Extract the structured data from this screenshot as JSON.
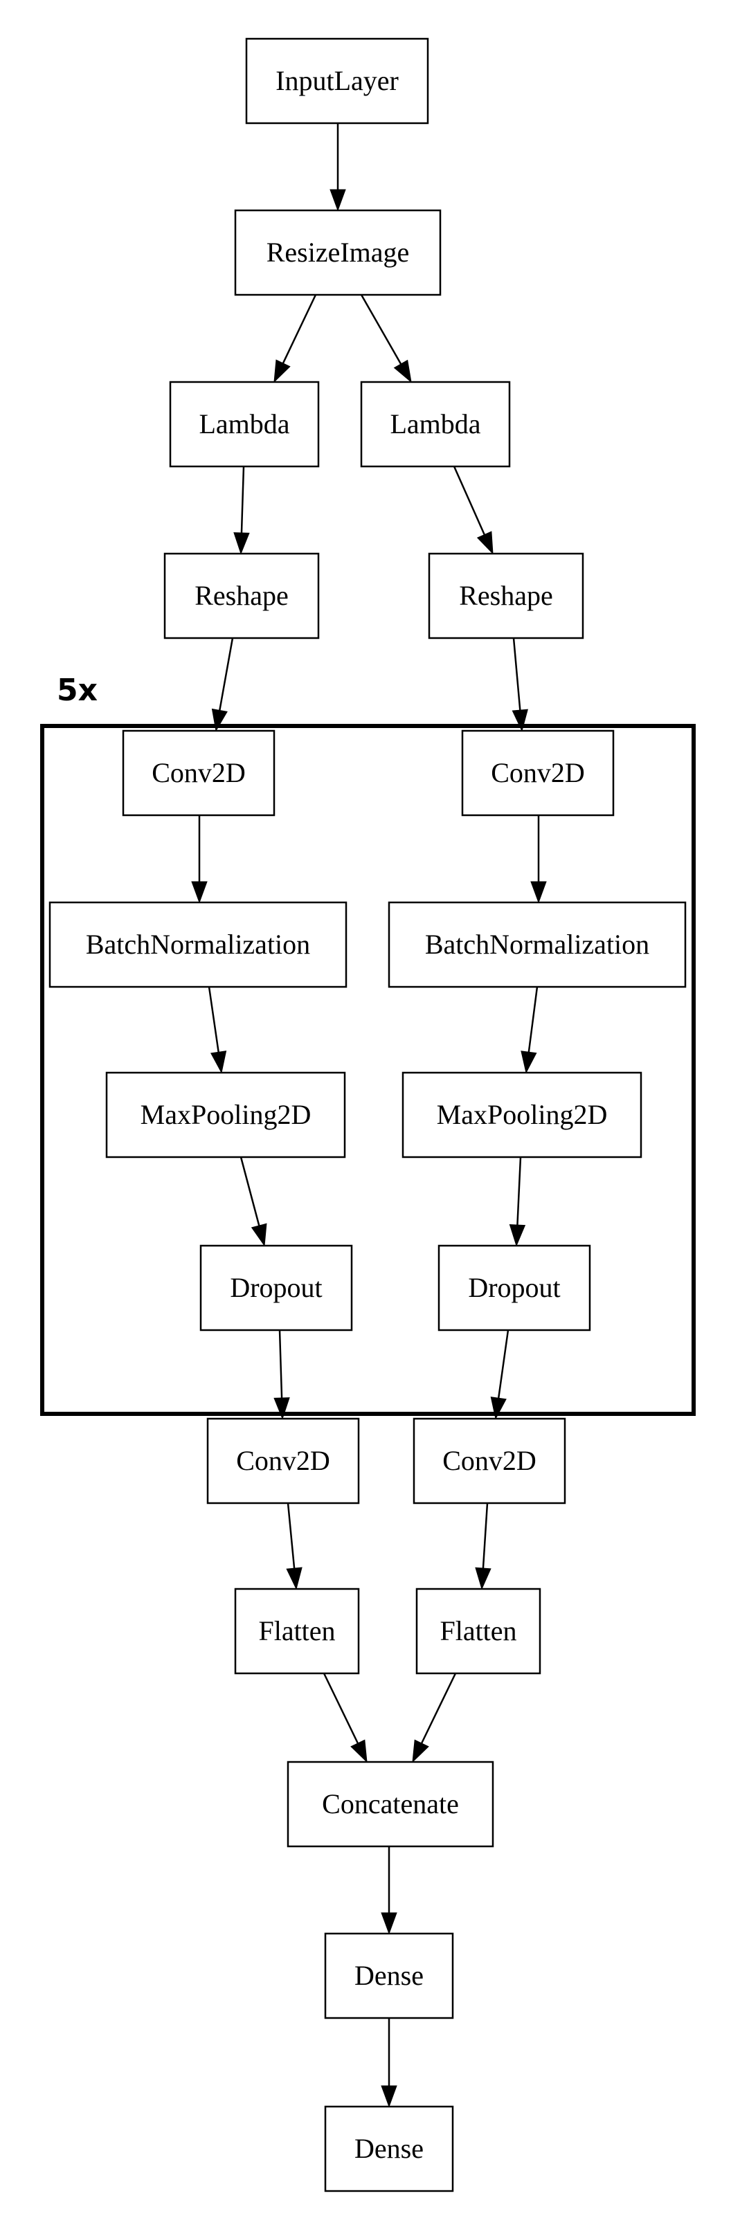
{
  "diagram": {
    "type": "model-architecture-graph",
    "repeat_group": {
      "label": "5x",
      "nodes": [
        "conv2d_l",
        "batchnorm_l",
        "maxpool_l",
        "dropout_l",
        "conv2d_r",
        "batchnorm_r",
        "maxpool_r",
        "dropout_r"
      ]
    },
    "nodes": [
      {
        "id": "input",
        "label": "InputLayer"
      },
      {
        "id": "resize",
        "label": "ResizeImage"
      },
      {
        "id": "lambda_l",
        "label": "Lambda"
      },
      {
        "id": "lambda_r",
        "label": "Lambda"
      },
      {
        "id": "reshape_l",
        "label": "Reshape"
      },
      {
        "id": "reshape_r",
        "label": "Reshape"
      },
      {
        "id": "conv2d_l",
        "label": "Conv2D"
      },
      {
        "id": "conv2d_r",
        "label": "Conv2D"
      },
      {
        "id": "batchnorm_l",
        "label": "BatchNormalization"
      },
      {
        "id": "batchnorm_r",
        "label": "BatchNormalization"
      },
      {
        "id": "maxpool_l",
        "label": "MaxPooling2D"
      },
      {
        "id": "maxpool_r",
        "label": "MaxPooling2D"
      },
      {
        "id": "dropout_l",
        "label": "Dropout"
      },
      {
        "id": "dropout_r",
        "label": "Dropout"
      },
      {
        "id": "conv2d_l2",
        "label": "Conv2D"
      },
      {
        "id": "conv2d_r2",
        "label": "Conv2D"
      },
      {
        "id": "flatten_l",
        "label": "Flatten"
      },
      {
        "id": "flatten_r",
        "label": "Flatten"
      },
      {
        "id": "concat",
        "label": "Concatenate"
      },
      {
        "id": "dense_1",
        "label": "Dense"
      },
      {
        "id": "dense_2",
        "label": "Dense"
      }
    ],
    "edges": [
      {
        "from": "input",
        "to": "resize"
      },
      {
        "from": "resize",
        "to": "lambda_l"
      },
      {
        "from": "resize",
        "to": "lambda_r"
      },
      {
        "from": "lambda_l",
        "to": "reshape_l"
      },
      {
        "from": "lambda_r",
        "to": "reshape_r"
      },
      {
        "from": "reshape_l",
        "to": "conv2d_l"
      },
      {
        "from": "reshape_r",
        "to": "conv2d_r"
      },
      {
        "from": "conv2d_l",
        "to": "batchnorm_l"
      },
      {
        "from": "conv2d_r",
        "to": "batchnorm_r"
      },
      {
        "from": "batchnorm_l",
        "to": "maxpool_l"
      },
      {
        "from": "batchnorm_r",
        "to": "maxpool_r"
      },
      {
        "from": "maxpool_l",
        "to": "dropout_l"
      },
      {
        "from": "maxpool_r",
        "to": "dropout_r"
      },
      {
        "from": "dropout_l",
        "to": "conv2d_l2"
      },
      {
        "from": "dropout_r",
        "to": "conv2d_r2"
      },
      {
        "from": "conv2d_l2",
        "to": "flatten_l"
      },
      {
        "from": "conv2d_r2",
        "to": "flatten_r"
      },
      {
        "from": "flatten_l",
        "to": "concat"
      },
      {
        "from": "flatten_r",
        "to": "concat"
      },
      {
        "from": "concat",
        "to": "dense_1"
      },
      {
        "from": "dense_1",
        "to": "dense_2"
      }
    ]
  }
}
